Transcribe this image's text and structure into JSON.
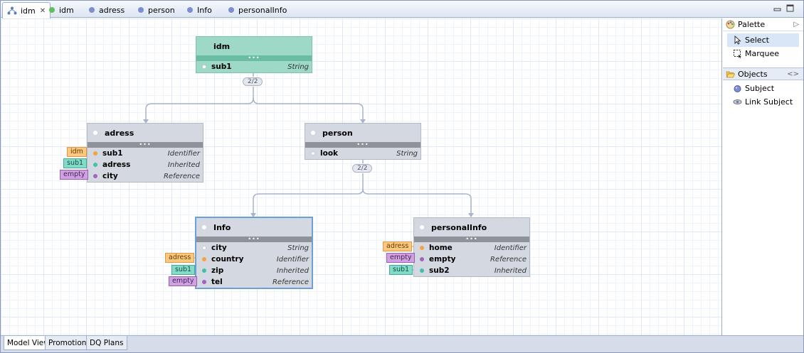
{
  "tabs": [
    {
      "label": "idm",
      "active": true,
      "icon": "diagram-icon"
    },
    {
      "label": "idm",
      "icon": "green-dot"
    },
    {
      "label": "adress",
      "icon": "blue-dot"
    },
    {
      "label": "person",
      "icon": "blue-dot"
    },
    {
      "label": "Info",
      "icon": "blue-dot"
    },
    {
      "label": "personalInfo",
      "icon": "blue-dot"
    }
  ],
  "nodes": {
    "idm": {
      "title": "idm",
      "rows": [
        {
          "name": "sub1",
          "type": "String"
        }
      ]
    },
    "adress": {
      "title": "adress",
      "rows": [
        {
          "name": "sub1",
          "type": "Identifier",
          "tag": "idm"
        },
        {
          "name": "adress",
          "type": "Inherited",
          "tag": "sub1"
        },
        {
          "name": "city",
          "type": "Reference",
          "tag": "empty"
        }
      ]
    },
    "person": {
      "title": "person",
      "rows": [
        {
          "name": "look",
          "type": "String"
        }
      ]
    },
    "info": {
      "title": "Info",
      "rows": [
        {
          "name": "city",
          "type": "String"
        },
        {
          "name": "country",
          "type": "Identifier",
          "tag": "adress"
        },
        {
          "name": "zip",
          "type": "Inherited",
          "tag": "sub1"
        },
        {
          "name": "tel",
          "type": "Reference",
          "tag": "empty"
        }
      ]
    },
    "personalinfo": {
      "title": "personalInfo",
      "rows": [
        {
          "name": "home",
          "type": "Identifier",
          "tag": "adress"
        },
        {
          "name": "empty",
          "type": "Reference",
          "tag": "empty"
        },
        {
          "name": "sub2",
          "type": "Inherited",
          "tag": "sub1"
        }
      ]
    }
  },
  "pills": {
    "top": "2/2",
    "mid": "2/2"
  },
  "node_sep": "•••",
  "palette": {
    "title": "Palette",
    "tools": [
      {
        "label": "Select",
        "selected": true
      },
      {
        "label": "Marquee"
      }
    ],
    "objects_title": "Objects",
    "objects": [
      {
        "label": "Subject"
      },
      {
        "label": "Link Subject"
      }
    ]
  },
  "bottom_tabs": [
    {
      "label": "Model View",
      "active": true
    },
    {
      "label": "Promotions"
    },
    {
      "label": "DQ Plans"
    }
  ],
  "colors": {
    "orange": "#f7a23c",
    "teal": "#43bfa8",
    "purple": "#a563c0",
    "root_node": "#9ed8c6",
    "node": "#d4d8e0",
    "selection": "#6d9fd8"
  }
}
